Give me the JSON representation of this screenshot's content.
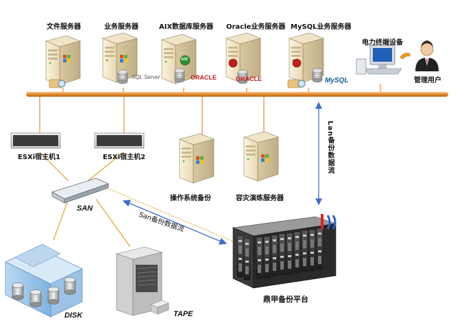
{
  "nodes": {
    "file_server": "文件服务器",
    "biz_server": "业务服务器",
    "aix_db_server": "AIX数据库服务器",
    "oracle_server": "Oracle业务服务器",
    "mysql_server": "MySQL业务服务器",
    "power_terminal": "电力终端设备",
    "admin_user": "管理用户",
    "esx_host_1": "ESXi宿主机1",
    "esx_host_2": "ESXi宿主机2",
    "os_backup": "操作系统备份",
    "dr_drill_server": "容灾演练服务器",
    "san_switch": "SAN",
    "disk": "DISK",
    "tape": "TAPE",
    "backup_platform": "鼎甲备份平台"
  },
  "links": {
    "lan_stream": "Lan备份数据流",
    "san_stream": "San备份数据流"
  },
  "logos": {
    "sql_server": "SQL Server",
    "oracle": "ORACLE",
    "mysql": "MySQL",
    "aix": "AIX"
  }
}
